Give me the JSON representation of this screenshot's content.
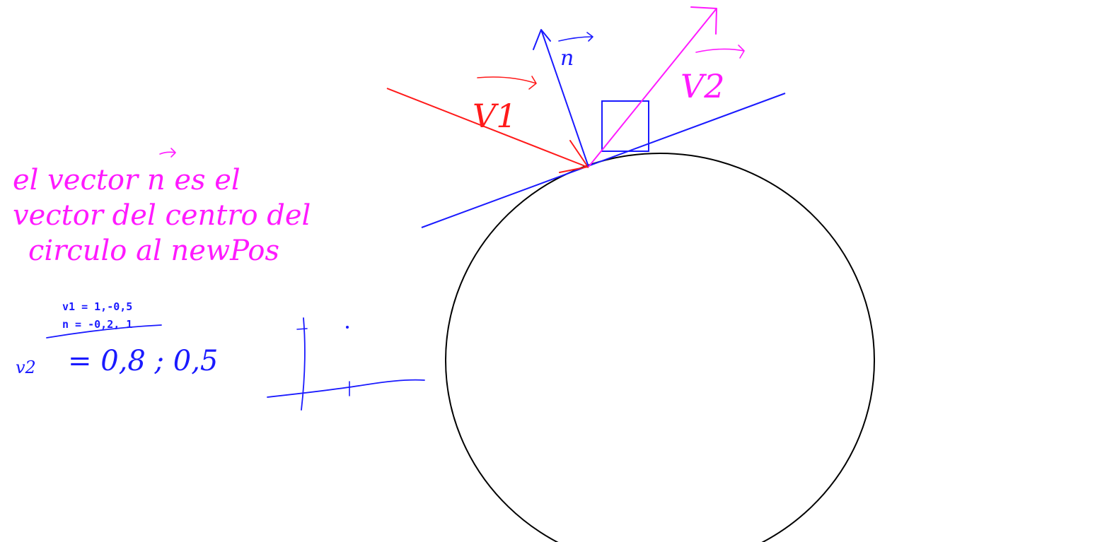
{
  "colors": {
    "ink_black": "#000000",
    "ink_blue": "#1a1aff",
    "ink_red": "#ff1a1a",
    "ink_magenta": "#ff1aff",
    "typed_blue": "#1a1aff",
    "background": "#ffffff"
  },
  "labels": {
    "normal_vector": "n",
    "incident_vector": "V1",
    "reflected_vector": "V2"
  },
  "note": {
    "line1": "el vector n es el",
    "line2": "vector del centro del",
    "line3": "circulo al newPos"
  },
  "values": {
    "v1": "v1 = 1,-0,5",
    "n": "n = -0,2, 1",
    "v2_label": "v2",
    "v2_value": "= 0,8 ; 0,5"
  },
  "icons": [
    "right-angle-square-icon",
    "arrowhead-icon",
    "coordinate-axes-sketch"
  ]
}
